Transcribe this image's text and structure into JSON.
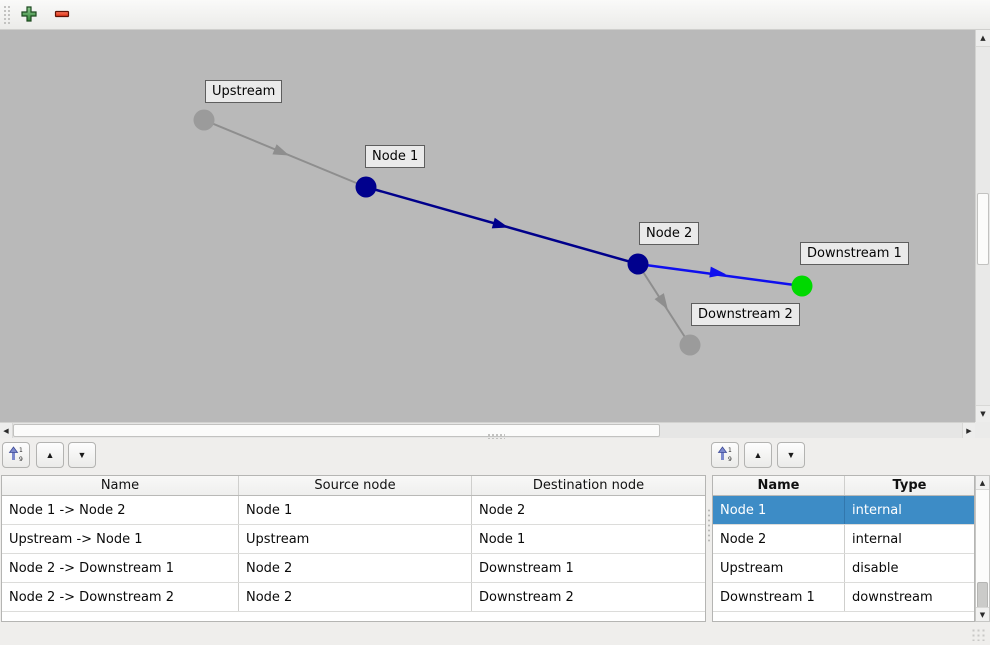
{
  "top_toolbar": {
    "add_icon": "add-node-plus",
    "remove_icon": "remove-node-minus"
  },
  "graph": {
    "background": "#b9b9b9",
    "nodes": [
      {
        "label": "Upstream",
        "color": "#9b9b9b"
      },
      {
        "label": "Node 1",
        "color": "#00008d"
      },
      {
        "label": "Node 2",
        "color": "#00008d"
      },
      {
        "label": "Downstream 1",
        "color": "#00d900"
      },
      {
        "label": "Downstream 2",
        "color": "#9b9b9b"
      }
    ],
    "edges": [
      {
        "from": "Upstream",
        "to": "Node 1",
        "color": "#8e8e8e"
      },
      {
        "from": "Node 1",
        "to": "Node 2",
        "color": "#00008b"
      },
      {
        "from": "Node 2",
        "to": "Downstream 1",
        "color": "#0f0fee"
      },
      {
        "from": "Node 2",
        "to": "Downstream 2",
        "color": "#8e8e8e"
      }
    ]
  },
  "links_table": {
    "headers": [
      "Name",
      "Source node",
      "Destination node"
    ],
    "rows": [
      {
        "name": "Node 1 -> Node 2",
        "source": "Node 1",
        "destination": "Node 2"
      },
      {
        "name": "Upstream -> Node 1",
        "source": "Upstream",
        "destination": "Node 1"
      },
      {
        "name": "Node 2 -> Downstream 1",
        "source": "Node 2",
        "destination": "Downstream 1"
      },
      {
        "name": "Node 2 -> Downstream 2",
        "source": "Node 2",
        "destination": "Downstream 2"
      }
    ]
  },
  "nodes_table": {
    "headers": [
      "Name",
      "Type"
    ],
    "selection_color": "#3d8cc6",
    "rows": [
      {
        "name": "Node 1",
        "type": "internal",
        "selected": true
      },
      {
        "name": "Node 2",
        "type": "internal",
        "selected": false
      },
      {
        "name": "Upstream",
        "type": "disable",
        "selected": false
      },
      {
        "name": "Downstream 1",
        "type": "downstream",
        "selected": false
      }
    ]
  },
  "panel_toolbar": {
    "sort_icon": "sort-ascending-1-9",
    "move_up": "▲",
    "move_down": "▼"
  },
  "scrollbars": {
    "up": "▲",
    "down": "▼",
    "left": "◀",
    "right": "▶"
  }
}
